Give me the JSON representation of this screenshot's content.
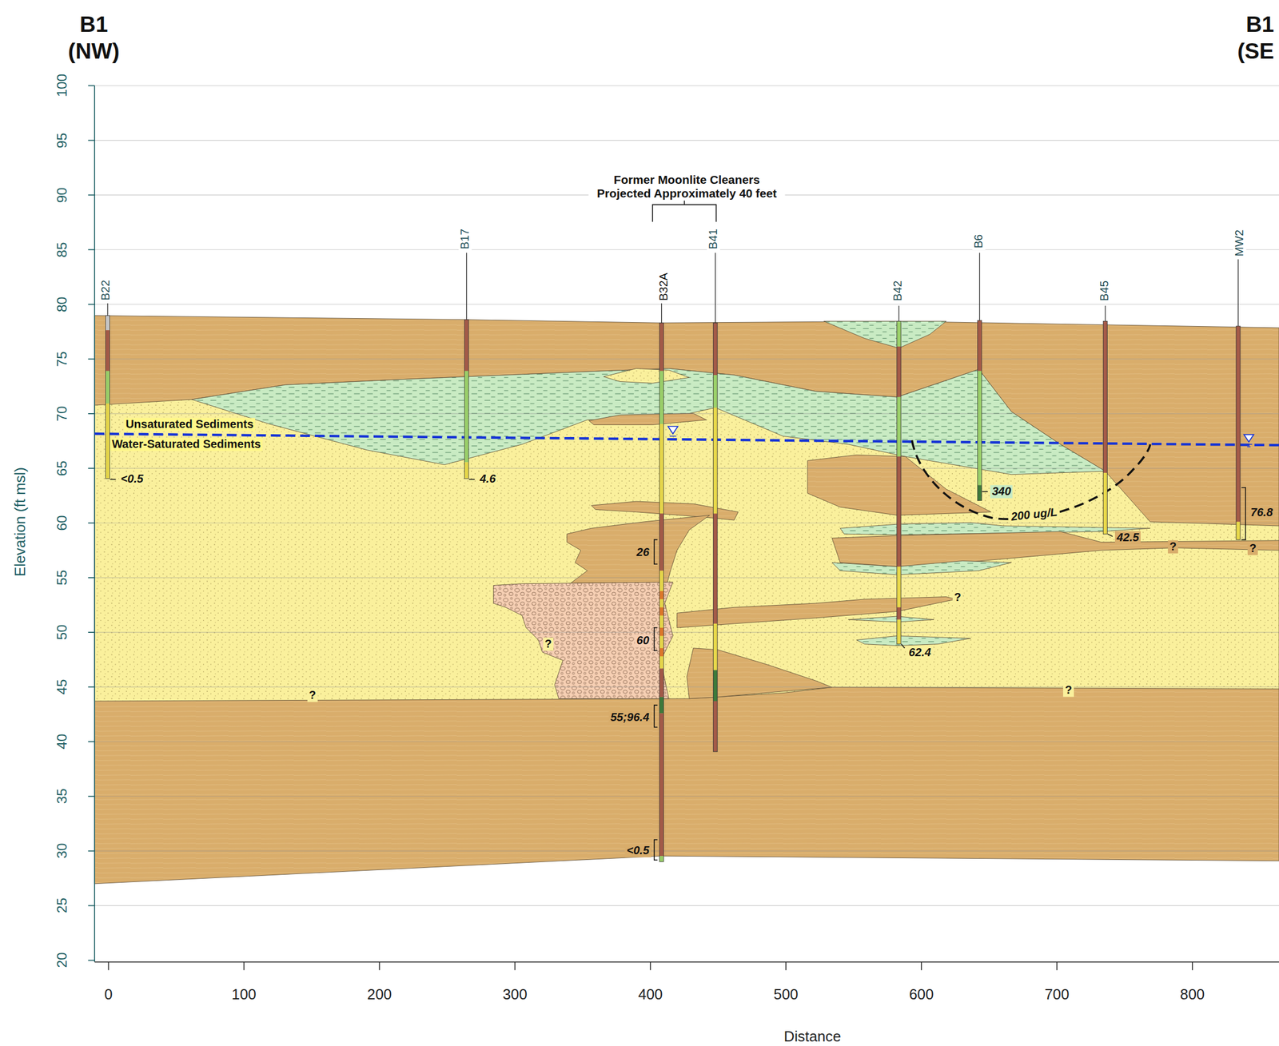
{
  "diagram": {
    "labels": [
      "B1",
      "(NW)",
      "B1",
      "(SE",
      "Former Moonlite Cleaners Projected Approximately 40 feet",
      "Unsaturated Sediments",
      "Water-Saturated Sediments",
      "B22",
      "B17",
      "B32A",
      "B41",
      "B42",
      "B6",
      "B45",
      "MW2",
      "<0.5",
      "4.6",
      "26",
      "60",
      "55;96.4",
      "<0.5",
      "340",
      "200 ug/L",
      "42.5",
      "76.8",
      "62.4",
      "?",
      "?",
      "?",
      "?",
      "?",
      "?",
      "100",
      "95",
      "90",
      "85",
      "80",
      "75",
      "70",
      "65",
      "60",
      "55",
      "50",
      "45",
      "40",
      "35",
      "30",
      "25",
      "20",
      "Elevation (ft msl)",
      "0",
      "100",
      "200",
      "300",
      "400",
      "500",
      "600",
      "700",
      "800",
      "Distance"
    ]
  }
}
